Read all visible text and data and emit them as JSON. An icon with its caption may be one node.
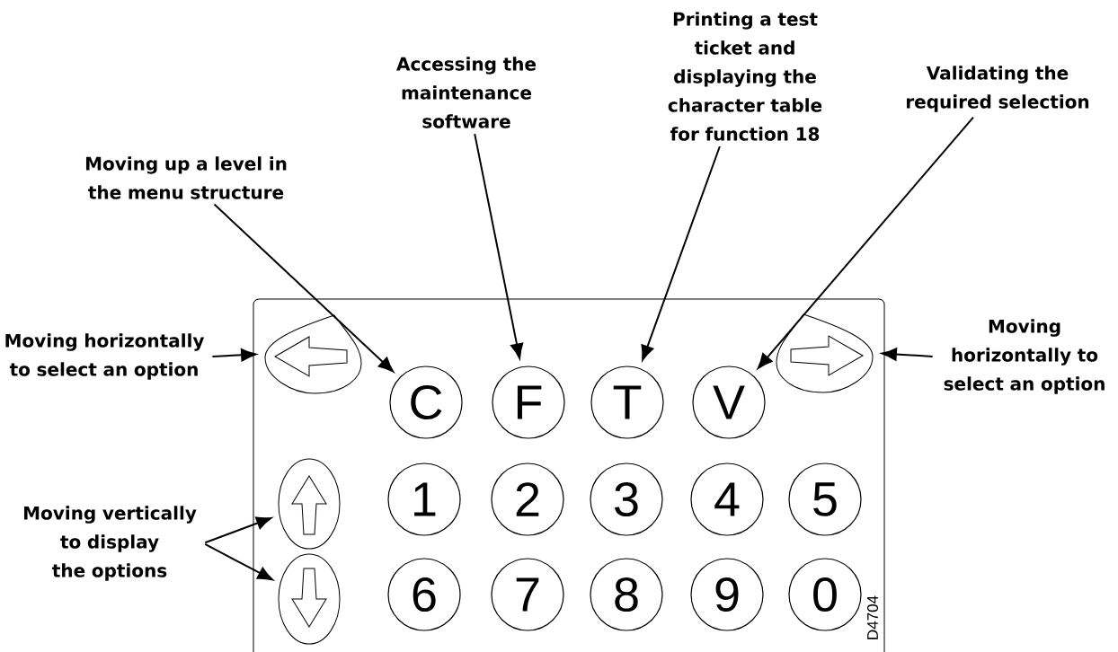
{
  "diagram": {
    "nodes": [
      {
        "text": [],
        "shape": "box"
      },
      {
        "text": [
          "Moving horizontally to select an option"
        ]
      },
      {
        "text": [
          "Moving up a level in the menu structure"
        ]
      },
      {
        "text": [
          "Accessing the maintenance software"
        ]
      },
      {
        "text": [
          "Printing a test ticket and displaying the character table for function 18"
        ]
      },
      {
        "text": [
          "Validating the required selection"
        ]
      },
      {
        "text": [
          "Moving horizontally to select an option"
        ]
      },
      {
        "text": [
          "Moving vertically to display the options"
        ]
      },
      {
        "text": [],
        "shape": "teardrop",
        "in": 0
      },
      {
        "text": [],
        "shape": "teardrop",
        "in": 0
      },
      {
        "text": [],
        "shape": "ellipse",
        "in": 0
      },
      {
        "text": [],
        "shape": "ellipse",
        "in": 0
      },
      {
        "text": [
          "C"
        ],
        "in": 0
      },
      {
        "text": [
          "F"
        ],
        "in": 0
      },
      {
        "text": [
          "T"
        ],
        "in": 0
      },
      {
        "text": [
          "V"
        ],
        "in": 0
      },
      {
        "text": [
          "1"
        ],
        "in": 0
      },
      {
        "text": [
          "2"
        ],
        "in": 0
      },
      {
        "text": [
          "3"
        ],
        "in": 0
      },
      {
        "text": [
          "4"
        ],
        "in": 0
      },
      {
        "text": [
          "5"
        ],
        "in": 0
      },
      {
        "text": [
          "6"
        ],
        "in": 0
      },
      {
        "text": [
          "7"
        ],
        "in": 0
      },
      {
        "text": [
          "8"
        ],
        "in": 0
      },
      {
        "text": [
          "9"
        ],
        "in": 0
      },
      {
        "text": [
          "0"
        ],
        "in": 0
      }
    ],
    "edges": [
      {
        "from": 1,
        "to": 8,
        "arrow": "to"
      },
      {
        "from": 2,
        "to": 12,
        "arrow": "to"
      },
      {
        "from": 3,
        "to": 13,
        "arrow": "to"
      },
      {
        "from": 4,
        "to": 14,
        "arrow": "to"
      },
      {
        "from": 5,
        "to": 15,
        "arrow": "to"
      },
      {
        "from": 6,
        "to": 9,
        "arrow": "to"
      },
      {
        "from": 7,
        "to": 10,
        "arrow": "to"
      },
      {
        "from": 7,
        "to": 11,
        "arrow": "to"
      }
    ],
    "labels": [
      "D4704"
    ]
  }
}
